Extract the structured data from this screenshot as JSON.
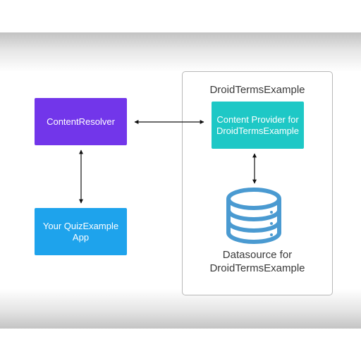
{
  "diagram": {
    "content_resolver": {
      "label": "ContentResolver",
      "color": "#7236ea"
    },
    "client_app": {
      "label": "Your QuizExample App",
      "color": "#1ea3ec"
    },
    "provider_app": {
      "title": "DroidTermsExample"
    },
    "content_provider": {
      "label": "Content Provider for DroidTermsExample",
      "color": "#1ec8c6"
    },
    "datasource": {
      "icon": "database-icon",
      "color": "#4a9ad1",
      "label_line1": "Datasource for",
      "label_line2": "DroidTermsExample"
    },
    "connections": [
      {
        "from": "ContentResolver",
        "to": "Content Provider for DroidTermsExample",
        "direction": "bidirectional"
      },
      {
        "from": "ContentResolver",
        "to": "Your QuizExample App",
        "direction": "bidirectional"
      },
      {
        "from": "Content Provider for DroidTermsExample",
        "to": "Datasource for DroidTermsExample",
        "direction": "bidirectional"
      }
    ]
  }
}
